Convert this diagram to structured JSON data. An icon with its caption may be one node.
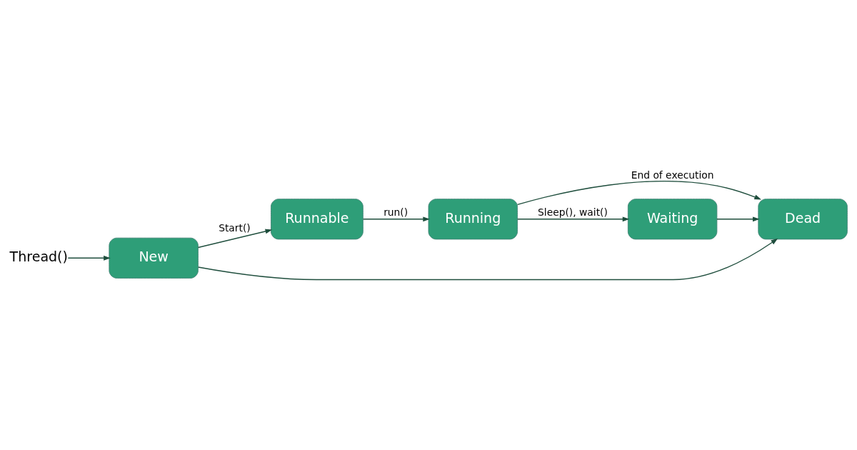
{
  "diagram": {
    "nodes": [
      {
        "text": [
          "Thread()"
        ]
      },
      {
        "text": [
          "New"
        ]
      },
      {
        "text": [
          "Runnable"
        ]
      },
      {
        "text": [
          "Running"
        ]
      },
      {
        "text": [
          "Dead"
        ]
      },
      {
        "text": [
          "Waiting"
        ]
      }
    ],
    "edges": [
      {
        "from": 0,
        "to": 1,
        "arrow": "to"
      },
      {
        "from": 1,
        "to": 2,
        "arrow": "to",
        "label": "Start()"
      },
      {
        "from": 2,
        "to": 3,
        "arrow": "to",
        "label": "run()"
      },
      {
        "from": 1,
        "to": 4,
        "arrow": "to"
      },
      {
        "from": 3,
        "to": 4,
        "arrow": "to",
        "label": "End of execution"
      },
      {
        "from": 3,
        "to": 5,
        "arrow": "to",
        "label": "Sleep(), wait()"
      },
      {
        "from": 5,
        "to": 4,
        "arrow": "to"
      }
    ]
  }
}
